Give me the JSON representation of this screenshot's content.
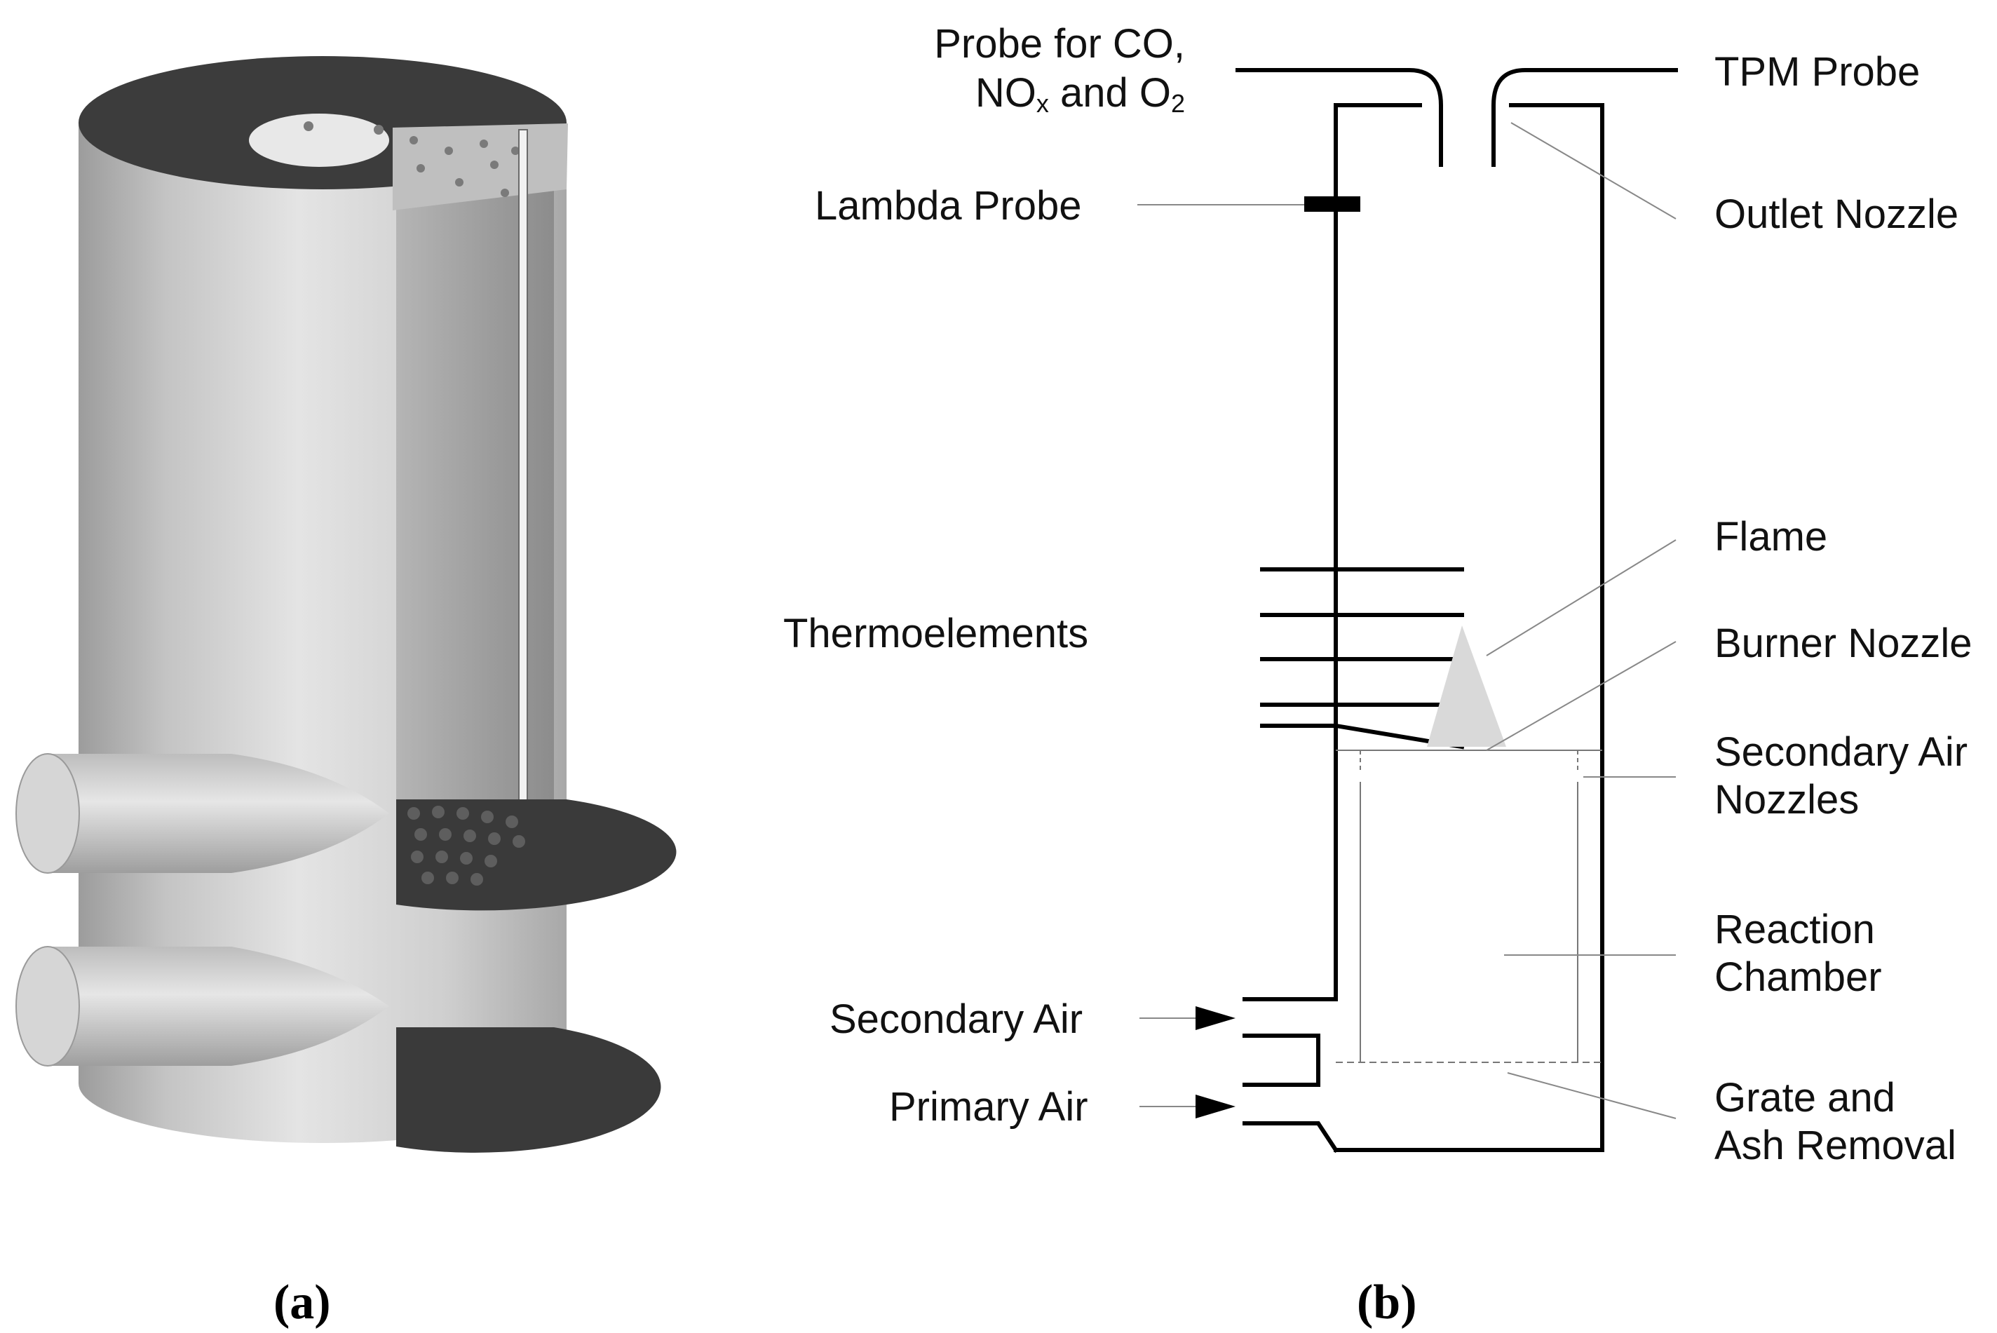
{
  "panel_a": {
    "caption": "(a)"
  },
  "panel_b": {
    "caption": "(b)",
    "labels": {
      "probe_co_line1": "Probe for CO,",
      "probe_co_line2_a": "NO",
      "probe_co_line2_sub1": "x",
      "probe_co_line2_b": " and O",
      "probe_co_line2_sub2": "2",
      "tpm_probe": "TPM Probe",
      "lambda_probe": "Lambda Probe",
      "outlet_nozzle": "Outlet Nozzle",
      "flame": "Flame",
      "thermoelements": "Thermoelements",
      "burner_nozzle": "Burner Nozzle",
      "secondary_air_nozzles_line1": "Secondary Air",
      "secondary_air_nozzles_line2": "Nozzles",
      "reaction_chamber_line1": "Reaction",
      "reaction_chamber_line2": "Chamber",
      "secondary_air": "Secondary Air",
      "primary_air": "Primary Air",
      "grate_line1": "Grate and",
      "grate_line2": "Ash Removal"
    }
  },
  "colors": {
    "line": "#000000",
    "leader": "#888888",
    "flame": "#d9d9d9",
    "cylinder_body": "#c8c8c8",
    "cutaway_dark": "#3c3c3c"
  }
}
